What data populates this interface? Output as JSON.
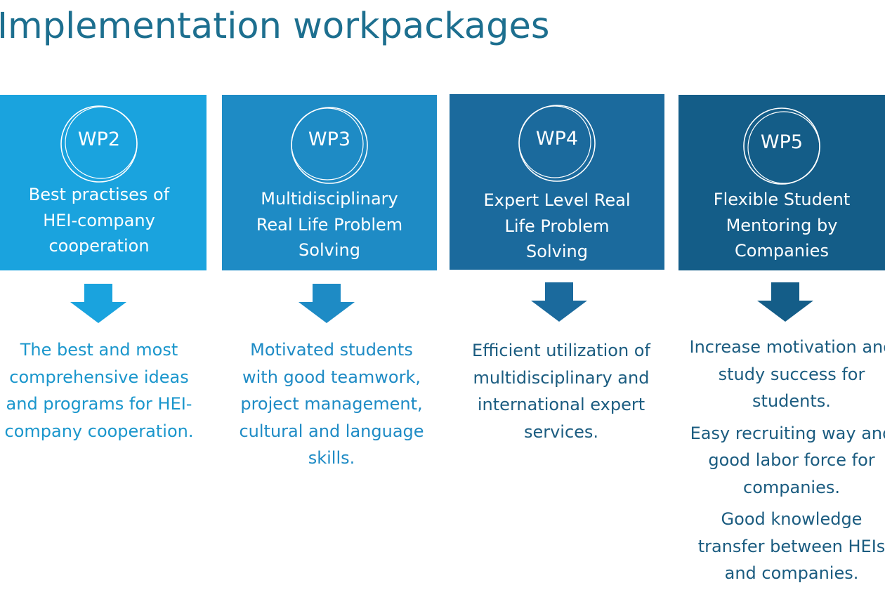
{
  "title": "Implementation workpackages",
  "colors": {
    "title": "#1d6f8f",
    "wp2": "#1aa3de",
    "wp3": "#1e8bc5",
    "wp4": "#1b6a9d",
    "wp5": "#145d88",
    "outcome_light": "#1a96cc",
    "outcome_dark": "#1b5c80"
  },
  "workpackages": [
    {
      "code": "WP2",
      "title_lines": [
        "Best practises of",
        "HEI-company",
        "cooperation"
      ],
      "outcome_paragraphs": [
        [
          "The best and most",
          "comprehensive ideas",
          "and programs for HEI-",
          "company cooperation."
        ]
      ]
    },
    {
      "code": "WP3",
      "title_lines": [
        "Multidisciplinary",
        "Real Life Problem",
        "Solving"
      ],
      "outcome_paragraphs": [
        [
          "Motivated students",
          "with good teamwork,",
          "project management,",
          "cultural and language",
          "skills."
        ]
      ]
    },
    {
      "code": "WP4",
      "title_lines": [
        "Expert Level Real",
        "Life Problem",
        "Solving"
      ],
      "outcome_paragraphs": [
        [
          "Efficient utilization of",
          "multidisciplinary and",
          "international expert",
          "services."
        ]
      ]
    },
    {
      "code": "WP5",
      "title_lines": [
        "Flexible Student",
        "Mentoring by",
        "Companies"
      ],
      "outcome_paragraphs": [
        [
          "Increase motivation and",
          "study success for",
          "students."
        ],
        [
          "Easy recruiting way and",
          "good labor force for",
          "companies."
        ],
        [
          "Good knowledge",
          "transfer between HEIs",
          "and companies."
        ]
      ]
    }
  ]
}
